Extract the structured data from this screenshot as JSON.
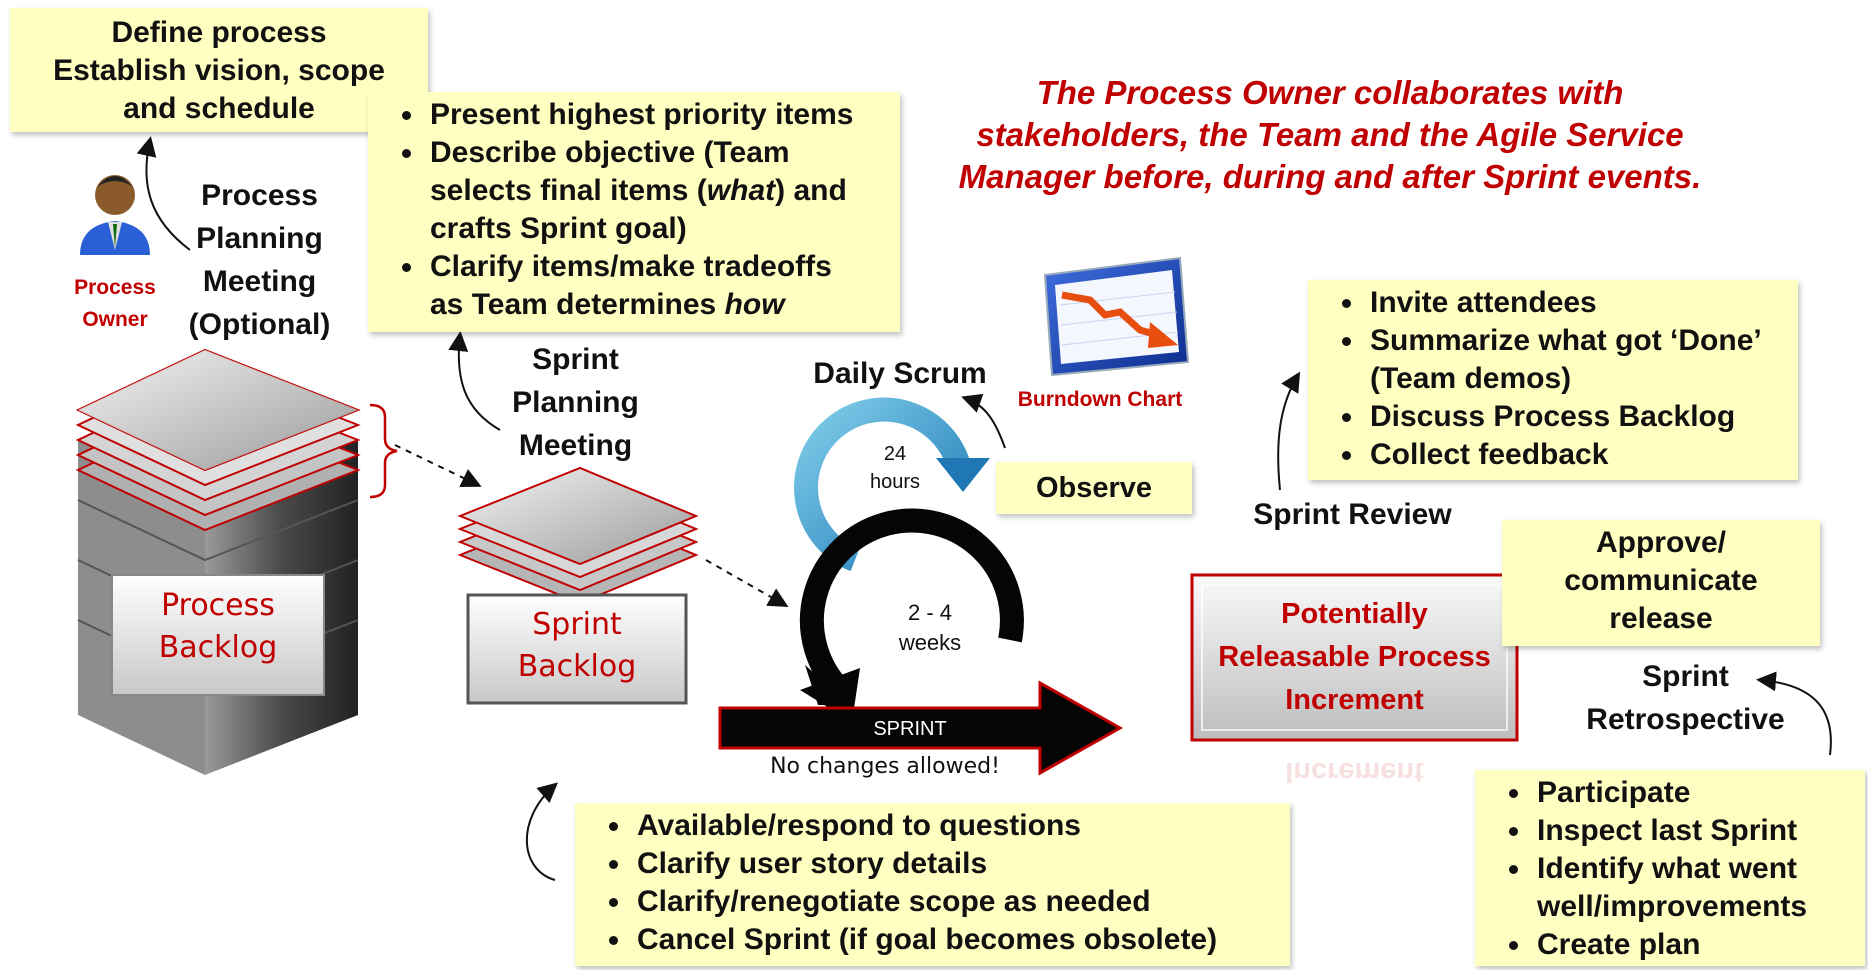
{
  "top_left_note": {
    "lines": [
      "Define process",
      "Establish vision, scope",
      "and schedule"
    ]
  },
  "sprint_planning_note": {
    "items": [
      "Present highest priority items",
      "Describe objective (Team selects final items (what) and crafts Sprint goal)",
      "Clarify items/make tradeoffs as Team determines how"
    ],
    "item2_parts": [
      "Describe objective (Team",
      "selects final items (",
      "what",
      ") and",
      "crafts Sprint goal)"
    ],
    "item3_parts": [
      "Clarify items/make tradeoffs",
      "as Team determines ",
      "how"
    ]
  },
  "headline": {
    "lines": [
      "The Process Owner collaborates with",
      "stakeholders, the Team and the Agile Service",
      "Manager before, during and after Sprint events."
    ]
  },
  "process_owner": {
    "label_lines": [
      "Process",
      "Owner"
    ]
  },
  "process_planning": {
    "lines": [
      "Process",
      "Planning",
      "Meeting",
      "(Optional)"
    ]
  },
  "process_backlog": {
    "lines": [
      "Process",
      "Backlog"
    ]
  },
  "sprint_planning": {
    "lines": [
      "Sprint",
      "Planning",
      "Meeting"
    ]
  },
  "sprint_backlog": {
    "lines": [
      "Sprint",
      "Backlog"
    ]
  },
  "daily_scrum": {
    "title": "Daily Scrum",
    "cycle_lines": [
      "24",
      "hours"
    ]
  },
  "sprint_cycle": {
    "lines": [
      "2 - 4",
      "weeks"
    ]
  },
  "burndown": {
    "label": "Burndown Chart"
  },
  "observe": {
    "label": "Observe"
  },
  "sprint_arrow": {
    "label": "SPRINT",
    "caption": "No changes allowed!"
  },
  "sprint_review": {
    "label": "Sprint Review",
    "items": [
      "Invite attendees",
      "Summarize what got ‘Done’ (Team demos)",
      "Discuss Process Backlog",
      "Collect feedback"
    ],
    "item2_lines": [
      "Summarize what got ‘Done’",
      "(Team demos)"
    ]
  },
  "increment": {
    "lines": [
      "Potentially",
      "Releasable Process",
      "Increment"
    ],
    "reflection": "Increment"
  },
  "release_note": {
    "lines": [
      "Approve/",
      "communicate",
      "release"
    ]
  },
  "sprint_retrospective": {
    "lines": [
      "Sprint",
      "Retrospective"
    ],
    "items": [
      "Participate",
      "Inspect last Sprint",
      "Identify what went well/improvements",
      "Create plan"
    ],
    "item3_lines": [
      "Identify what went",
      "well/improvements"
    ]
  },
  "bottom_note": {
    "items": [
      "Available/respond to questions",
      "Clarify user story details",
      "Clarify/renegotiate scope as needed",
      "Cancel Sprint (if goal becomes obsolete)"
    ]
  },
  "colors": {
    "note_bg": "#ffffc2",
    "accent_red": "#c00000",
    "cycle_blue": "#3a9ad0"
  }
}
